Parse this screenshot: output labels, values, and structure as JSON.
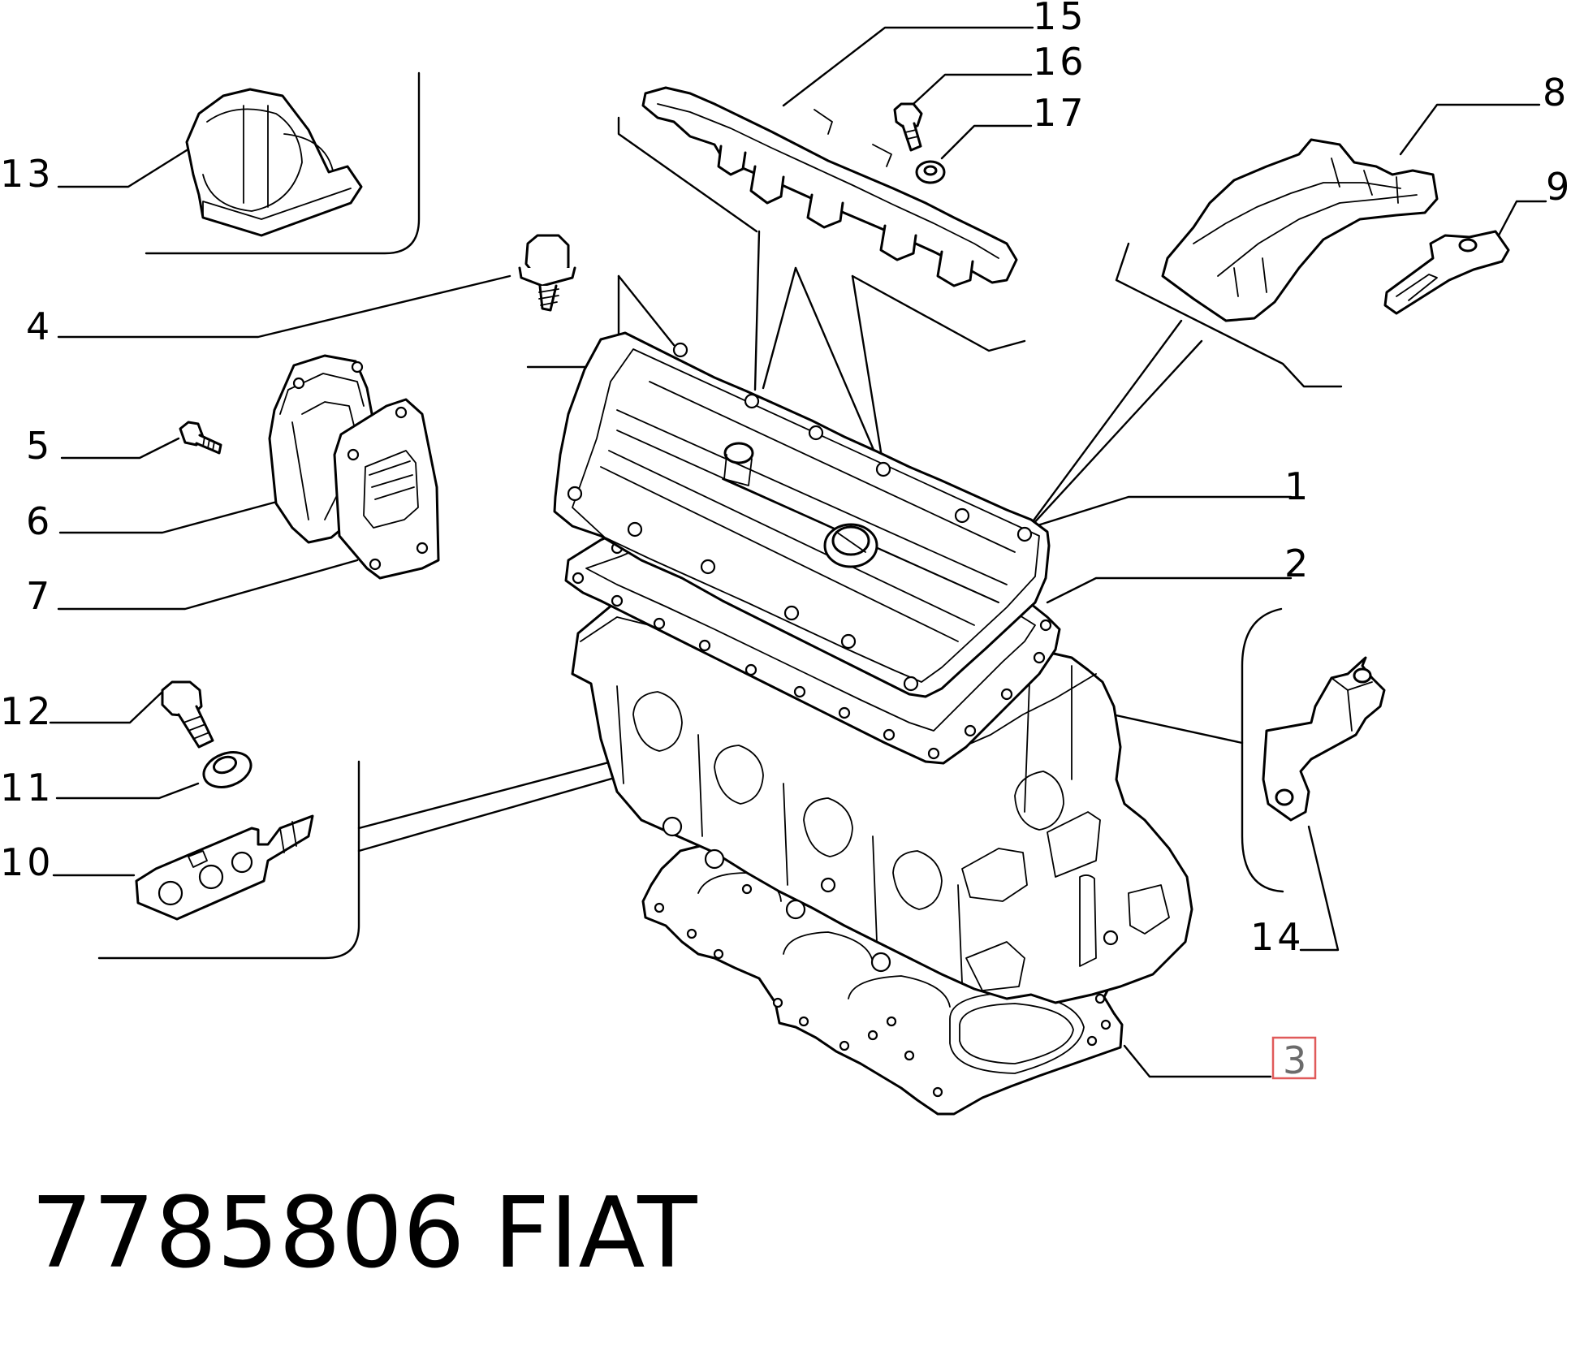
{
  "diagram": {
    "callouts": [
      {
        "id": "1",
        "text": "1"
      },
      {
        "id": "2",
        "text": "2"
      },
      {
        "id": "3",
        "text": "3",
        "highlighted": true
      },
      {
        "id": "4",
        "text": "4"
      },
      {
        "id": "5",
        "text": "5"
      },
      {
        "id": "6",
        "text": "6"
      },
      {
        "id": "7",
        "text": "7"
      },
      {
        "id": "8",
        "text": "8"
      },
      {
        "id": "9",
        "text": "9"
      },
      {
        "id": "10",
        "text": "10"
      },
      {
        "id": "11",
        "text": "11"
      },
      {
        "id": "12",
        "text": "12"
      },
      {
        "id": "13",
        "text": "13"
      },
      {
        "id": "14",
        "text": "14"
      },
      {
        "id": "15",
        "text": "15"
      },
      {
        "id": "16",
        "text": "16"
      },
      {
        "id": "17",
        "text": "17"
      }
    ],
    "highlight_color": "#e05a5a"
  },
  "footer": {
    "part_number": "7785806",
    "brand": "FIAT"
  }
}
